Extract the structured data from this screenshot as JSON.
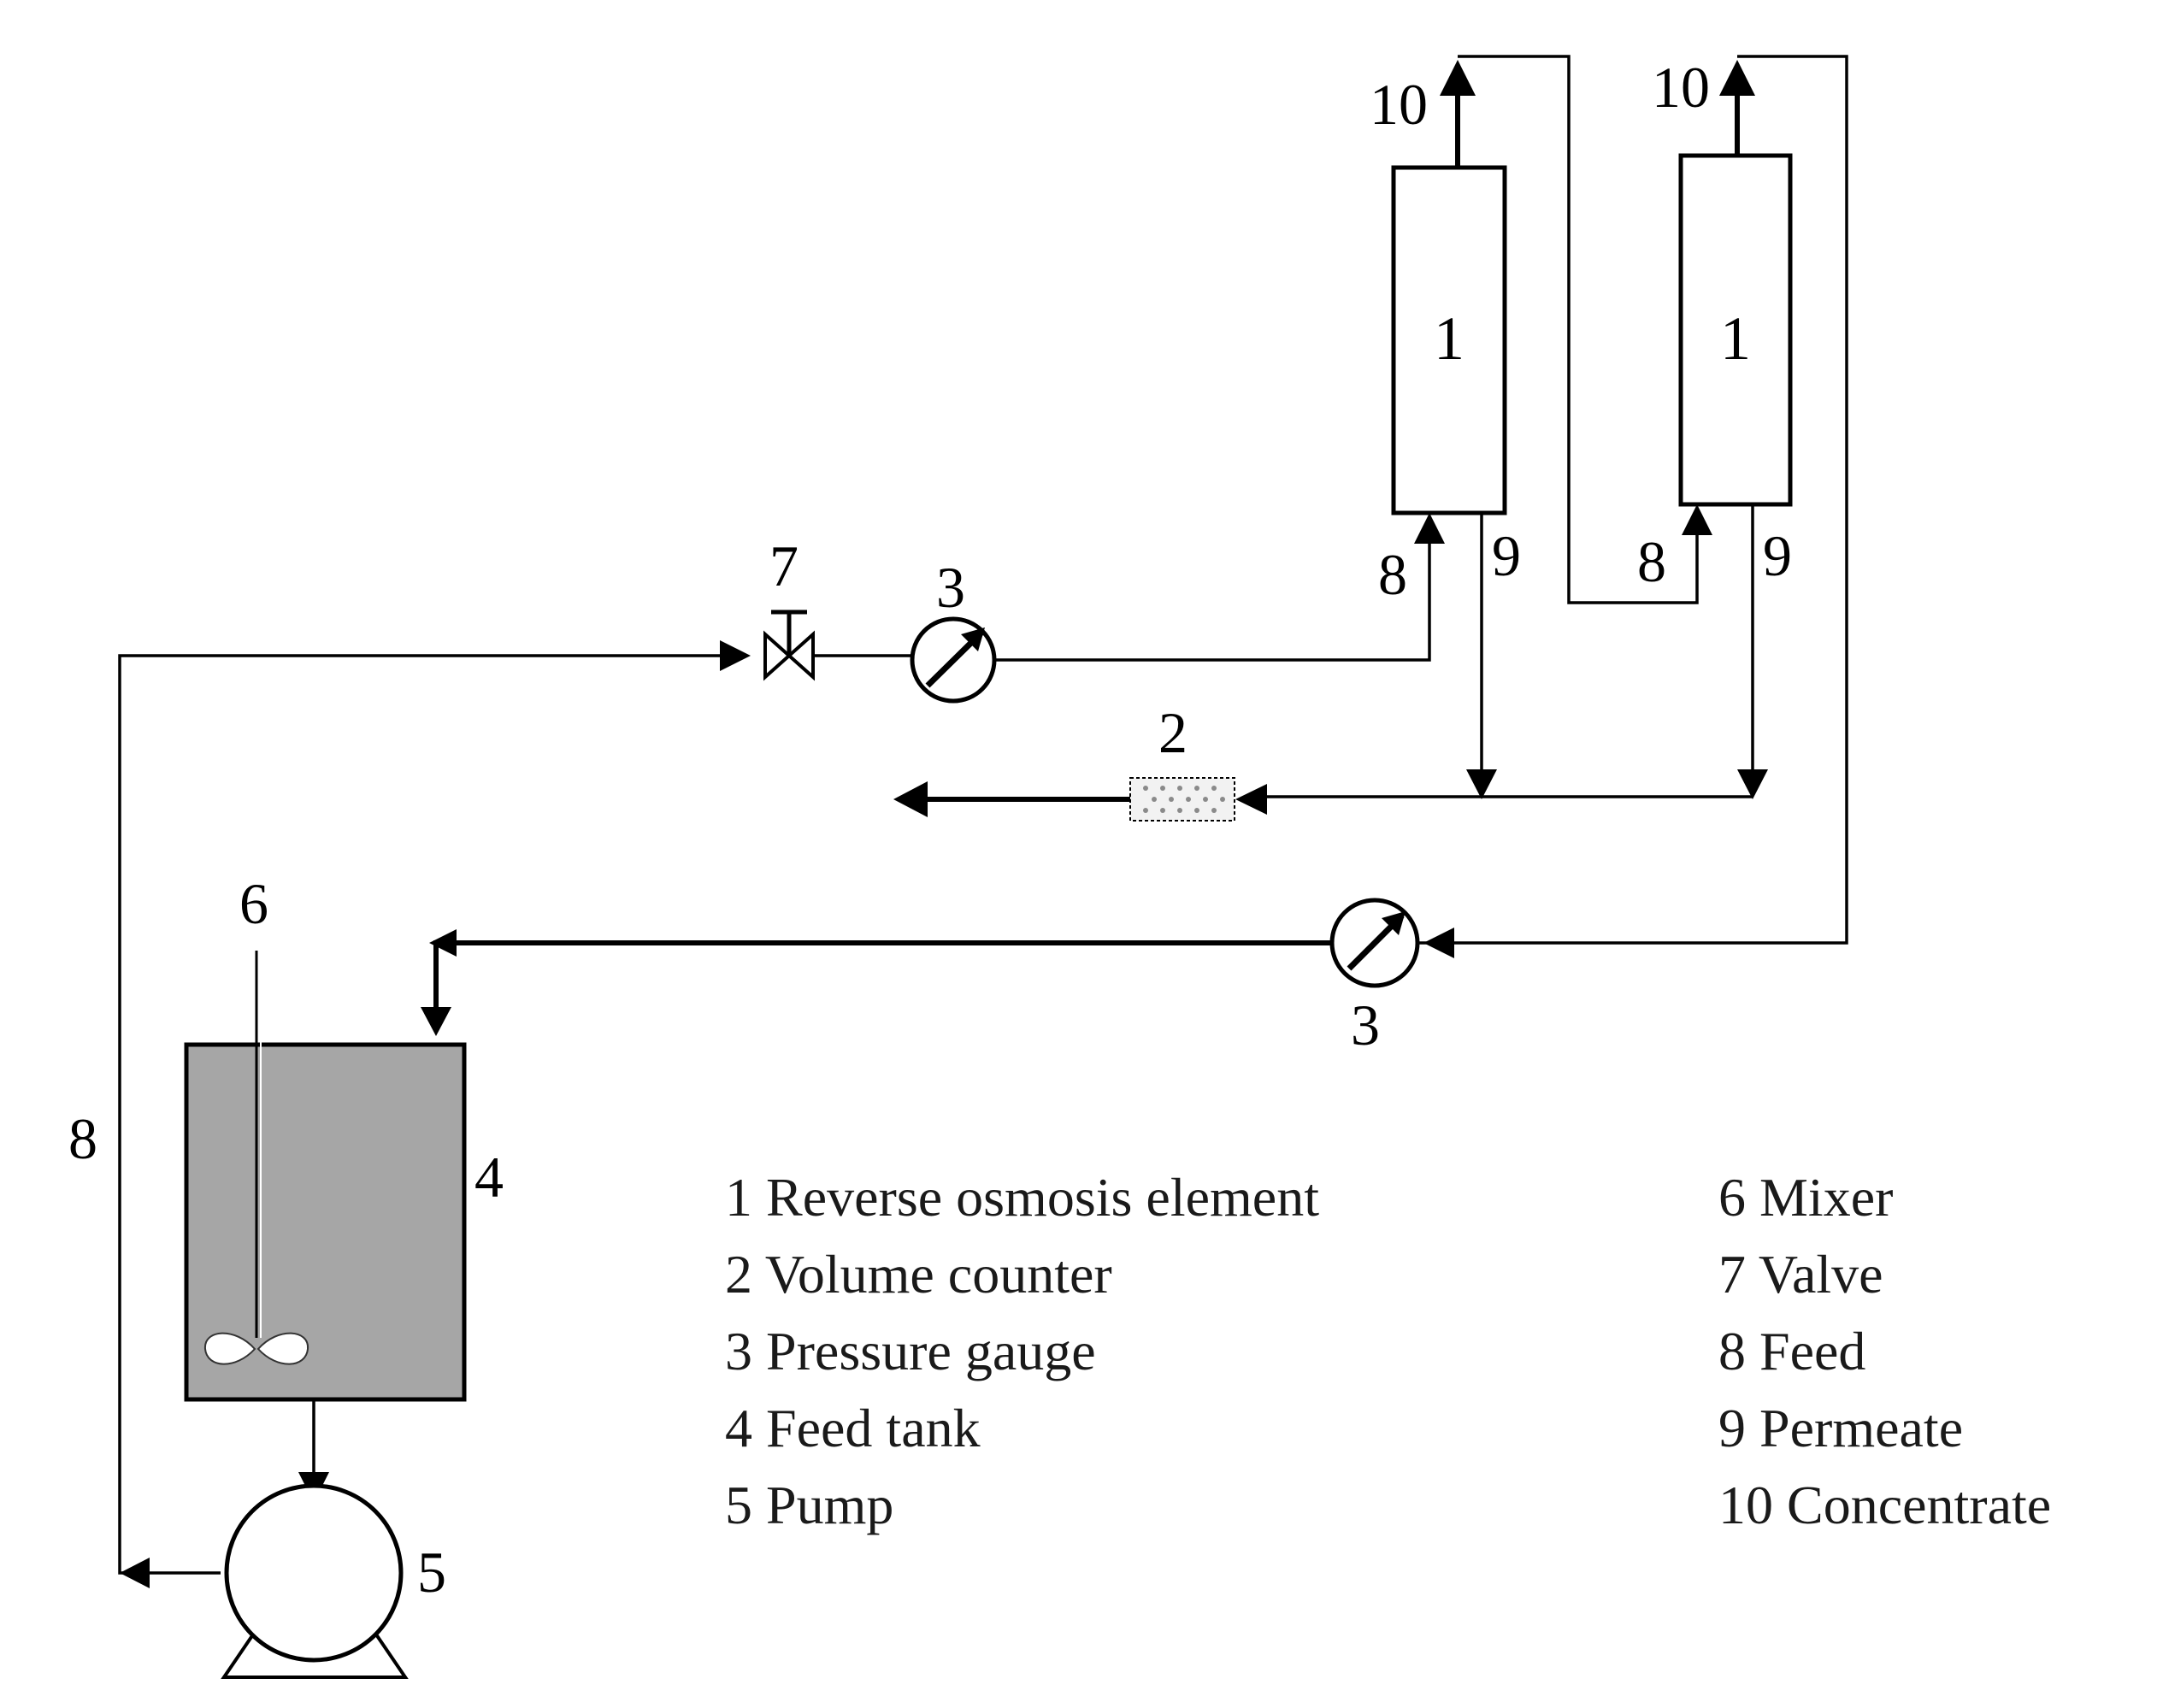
{
  "labels": {
    "element_a": "1",
    "element_b": "1",
    "concentrate_a": "10",
    "concentrate_b": "10",
    "feed_in_a": "8",
    "feed_in_b": "8",
    "permeate_a": "9",
    "permeate_b": "9",
    "valve": "7",
    "gauge_feed": "3",
    "gauge_return": "3",
    "volume_counter": "2",
    "mixer": "6",
    "feed_tank": "4",
    "pump": "5",
    "feed_line": "8"
  },
  "legend": {
    "left": [
      "1 Reverse osmosis element",
      "2 Volume counter",
      "3 Pressure gauge",
      "4 Feed tank",
      "5 Pump"
    ],
    "right": [
      "6 Mixer",
      "7 Valve",
      "8 Feed",
      "9 Permeate",
      "10 Concentrate"
    ]
  },
  "colors": {
    "line": "#000000",
    "tank_fill": "#a6a6a6",
    "counter_fill": "#f2f2f2"
  },
  "icons": [
    "pressure-gauge-icon",
    "valve-icon",
    "pump-icon",
    "mixer-icon",
    "volume-counter-icon"
  ]
}
